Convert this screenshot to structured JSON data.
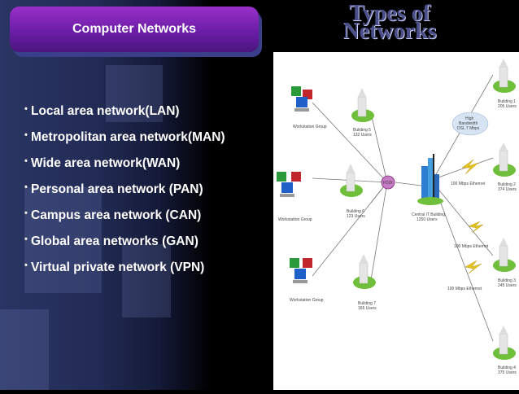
{
  "header": {
    "section_label": "Computer Networks",
    "title_line1": "Types of",
    "title_line2": "Networks"
  },
  "bullets": [
    "Local area network(LAN)",
    "Metropolitan area network(MAN)",
    "Wide area network(WAN)",
    "Personal area network (PAN)",
    "Campus area network (CAN)",
    "Global area networks (GAN)",
    "Virtual private network (VPN)"
  ],
  "diagram": {
    "workstations": [
      "Workstation Group",
      "Workstation Group",
      "Workstation Group"
    ],
    "buildings": [
      {
        "name": "Building 5",
        "users": "132 Users"
      },
      {
        "name": "Building 6",
        "users": "123 Users"
      },
      {
        "name": "Building 7",
        "users": "165 Users"
      },
      {
        "name": "Building 1",
        "users": "205 Users"
      },
      {
        "name": "Building 2",
        "users": "374 Users"
      },
      {
        "name": "Building 3",
        "users": "245 Users"
      },
      {
        "name": "Building 4",
        "users": "375 Users"
      }
    ],
    "central": {
      "name": "Central IT Building",
      "users": "1250 Users"
    },
    "hub_label": "FDDI",
    "cloud": {
      "line1": "High",
      "line2": "Bandwidth",
      "line3": "DSL 7 Mbps"
    },
    "links": [
      "100 Mbps Ethernet",
      "100 Mbps Ethernet",
      "100 Mbps Ethernet"
    ],
    "colors": {
      "accent_purple": "#7a2bb5",
      "building_green": "#6fbf3a",
      "link_gold": "#e6c21a"
    }
  }
}
